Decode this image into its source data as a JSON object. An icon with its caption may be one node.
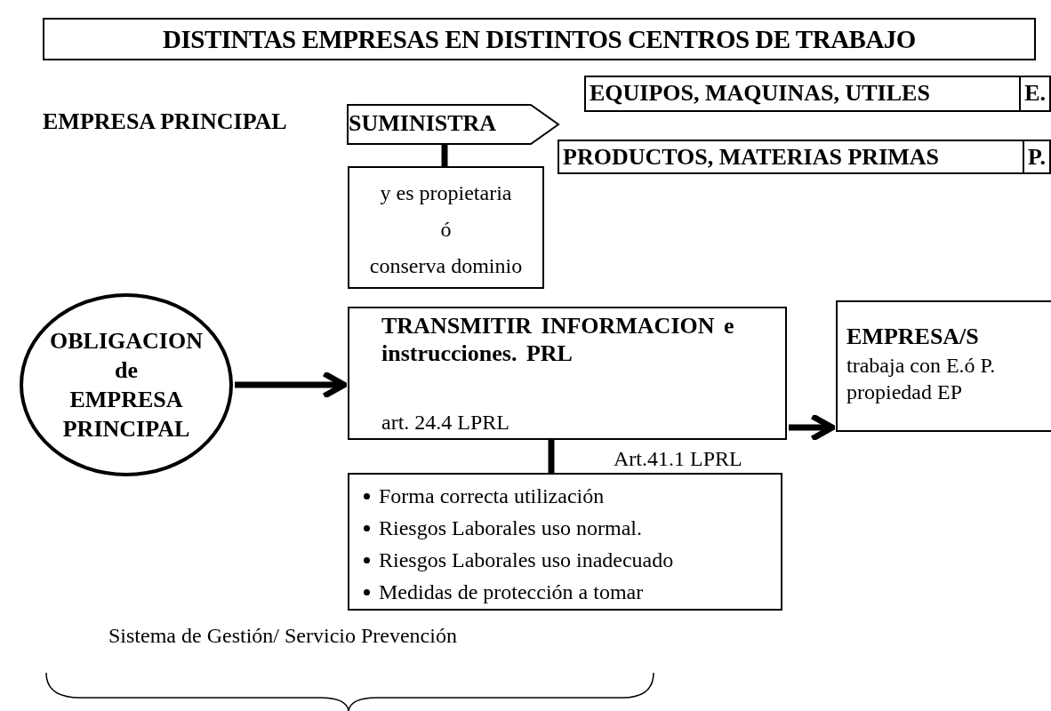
{
  "diagram": {
    "title": "DISTINTAS EMPRESAS EN DISTINTOS CENTROS DE TRABAJO",
    "nodes": [
      {
        "text": [
          "SUMINISTRA"
        ]
      },
      {
        "text": [
          "EQUIPOS, MAQUINAS, UTILES",
          "E."
        ]
      },
      {
        "text": [
          "PRODUCTOS, MATERIAS PRIMAS",
          "P."
        ]
      },
      {
        "text": [
          "y es propietaria",
          "ó",
          "conserva dominio"
        ]
      },
      {
        "text": [
          "OBLIGACION",
          "de",
          "EMPRESA",
          "PRINCIPAL"
        ]
      },
      {
        "text": [
          "TRANSMITIR INFORMACION e instrucciones. PRL",
          "art. 24.4 LPRL"
        ]
      },
      {
        "text": [
          "EMPRESA/S",
          "trabaja con E.ó P. propiedad EP"
        ]
      },
      {
        "text": [
          "Forma correcta utilización",
          "Riesgos Laborales uso normal.",
          "Riesgos Laborales uso inadecuado",
          "Medidas de protección a tomar"
        ]
      }
    ],
    "edges": [
      {
        "from": 0,
        "to": 3,
        "arrow": "none"
      },
      {
        "from": 4,
        "to": 5,
        "arrow": "to"
      },
      {
        "from": 5,
        "to": 6,
        "arrow": "to"
      },
      {
        "from": 5,
        "to": 7,
        "arrow": "none"
      }
    ],
    "labels": [
      "EMPRESA PRINCIPAL",
      "Art.41.1 LPRL",
      "Sistema de Gestión/ Servicio Prevención"
    ]
  }
}
